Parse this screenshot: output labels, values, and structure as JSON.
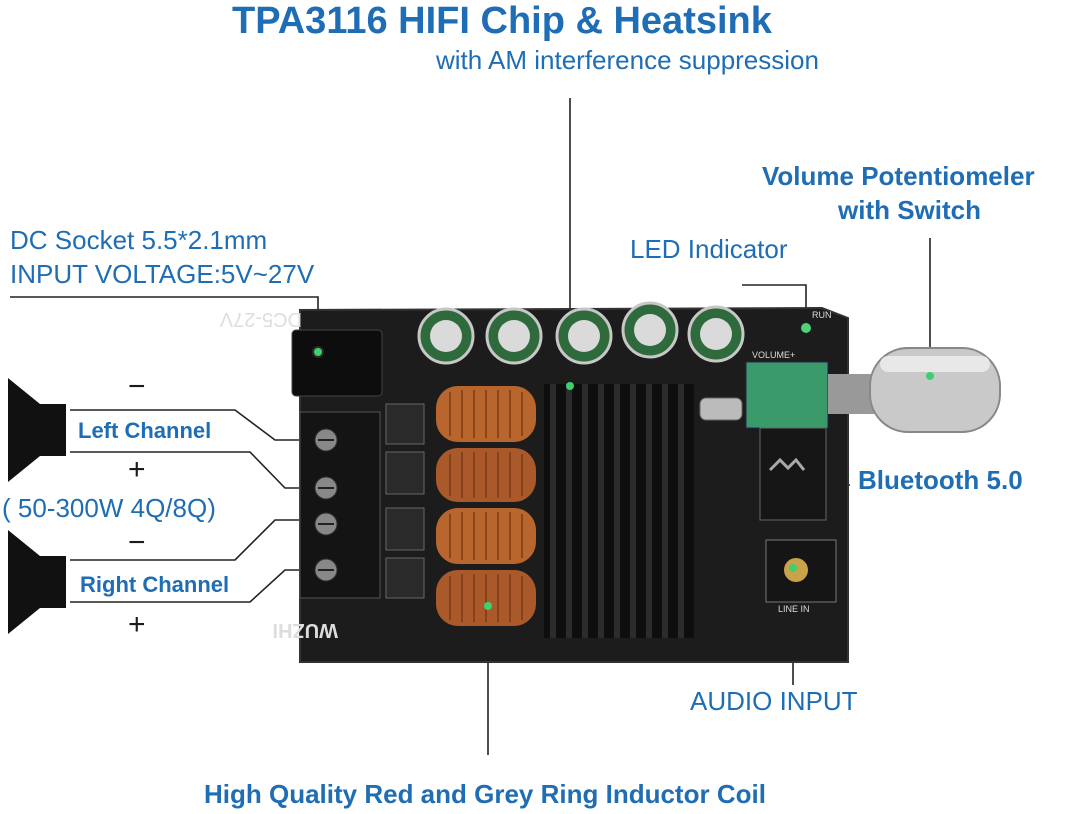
{
  "title": "TPA3116 HIFI Chip & Heatsink",
  "subtitle": "with AM interference suppression",
  "labels": {
    "volume_line1": "Volume Potentiomeler",
    "volume_line2": "with Switch",
    "led": "LED Indicator",
    "dc_line1": "DC Socket 5.5*2.1mm",
    "dc_line2": "INPUT VOLTAGE:5V~27V",
    "left_channel": "Left Channel",
    "right_channel": "Right Channel",
    "power_spec": "( 50-300W 4Q/8Q)",
    "bluetooth": "Bluetooth 5.0",
    "audio_input": "AUDIO INPUT",
    "inductor": "High Quality Red and Grey Ring Inductor Coil"
  },
  "polarity": {
    "left_minus": "−",
    "left_plus": "+",
    "right_minus": "−",
    "right_plus": "+"
  },
  "board_text": {
    "dc_rating": "DC5-27V",
    "brand": "WUZHI",
    "line_in": "LINE IN",
    "run": "RUN",
    "volume": "VOLUME+"
  },
  "colors": {
    "label_blue": "#1f6db4",
    "board": "#1a1a1a",
    "copper": "#b8662e",
    "knob": "#c9c9c9",
    "pot": "#3a9a6a"
  }
}
